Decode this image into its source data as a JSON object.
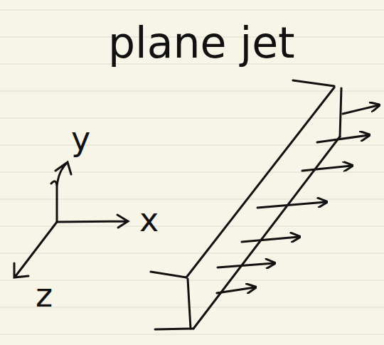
{
  "diagram": {
    "title": "plane jet",
    "labels": [
      "y",
      "x",
      "z"
    ]
  }
}
